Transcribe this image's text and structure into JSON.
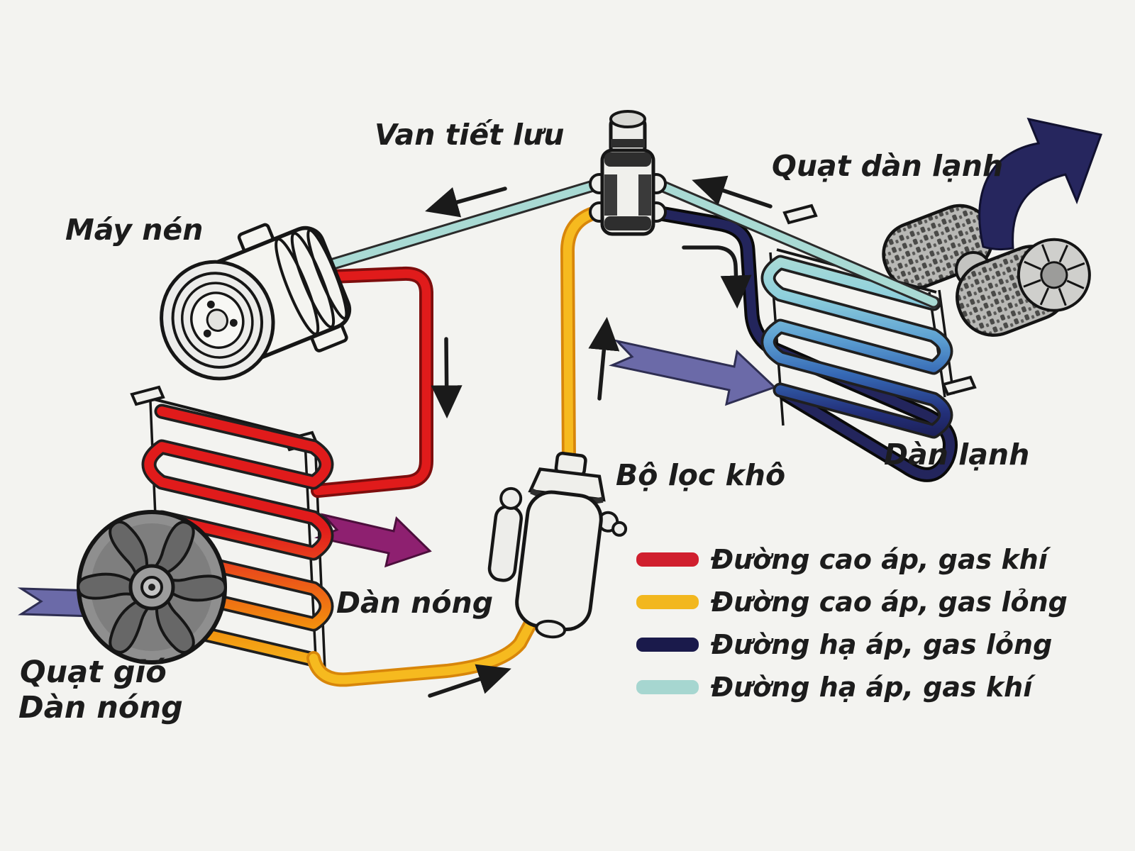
{
  "diagram": {
    "background_color": "#f3f3f0",
    "labels": {
      "expansion_valve": "Van tiết lưu",
      "compressor": "Máy nén",
      "evaporator_fan": "Quạt dàn lạnh",
      "evaporator": "Dàn lạnh",
      "condenser": "Dàn nóng",
      "condenser_fan_line1": "Quạt gió",
      "condenser_fan_line2": "Dàn nóng",
      "receiver_drier": "Bộ lọc khô"
    },
    "legend": {
      "items": [
        {
          "id": "high-pressure-gas",
          "label": "Đường cao áp, gas khí",
          "color": "#d01f2e"
        },
        {
          "id": "high-pressure-liquid",
          "label": "Đường cao áp, gas lỏng",
          "color": "#f2b71e"
        },
        {
          "id": "low-pressure-liquid",
          "label": "Đường hạ áp, gas lỏng",
          "color": "#1a1a4b"
        },
        {
          "id": "low-pressure-gas",
          "label": "Đường hạ áp, gas khí",
          "color": "#a6d6d0"
        }
      ]
    },
    "colors": {
      "high_pressure_gas_pipe": "#e01b1b",
      "high_pressure_liquid_pipe": "#f6ba1f",
      "low_pressure_liquid_pipe": "#23255c",
      "low_pressure_gas_pipe": "#a9dad4",
      "airflow_arrow": "#6b6aa8",
      "hot_air_arrow": "#8e2070",
      "cold_air_arrow": "#26265e"
    }
  }
}
